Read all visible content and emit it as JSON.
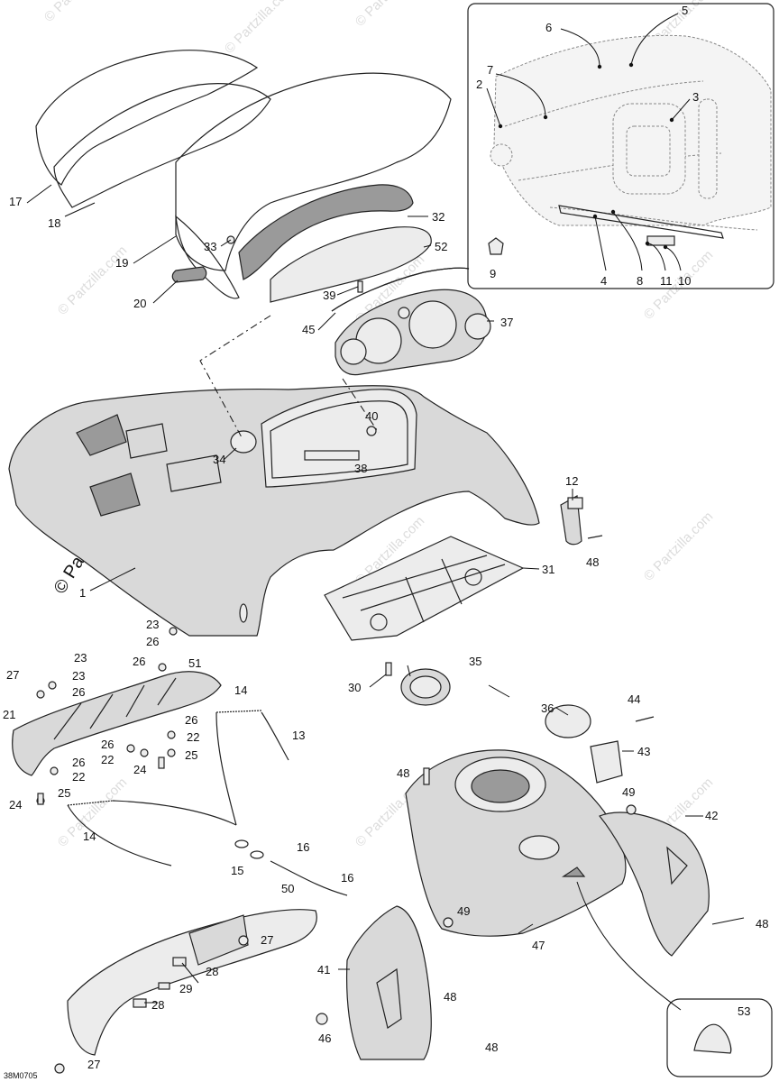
{
  "diagram": {
    "drawing_code": "38M0705",
    "watermark_main": "© Partzilla.com",
    "watermark_repeat": "© Partzilla.com",
    "callouts": [
      "1",
      "2",
      "3",
      "4",
      "5",
      "6",
      "7",
      "8",
      "9",
      "10",
      "11",
      "12",
      "13",
      "14",
      "14",
      "15",
      "16",
      "16",
      "17",
      "18",
      "19",
      "20",
      "21",
      "22",
      "22",
      "22",
      "23",
      "23",
      "23",
      "24",
      "24",
      "25",
      "25",
      "26",
      "26",
      "26",
      "26",
      "26",
      "26",
      "27",
      "27",
      "27",
      "28",
      "28",
      "29",
      "30",
      "31",
      "32",
      "33",
      "34",
      "35",
      "36",
      "37",
      "38",
      "39",
      "40",
      "41",
      "42",
      "43",
      "44",
      "45",
      "46",
      "47",
      "48",
      "48",
      "48",
      "48",
      "48",
      "48",
      "49",
      "49",
      "50",
      "51",
      "52",
      "53"
    ]
  }
}
